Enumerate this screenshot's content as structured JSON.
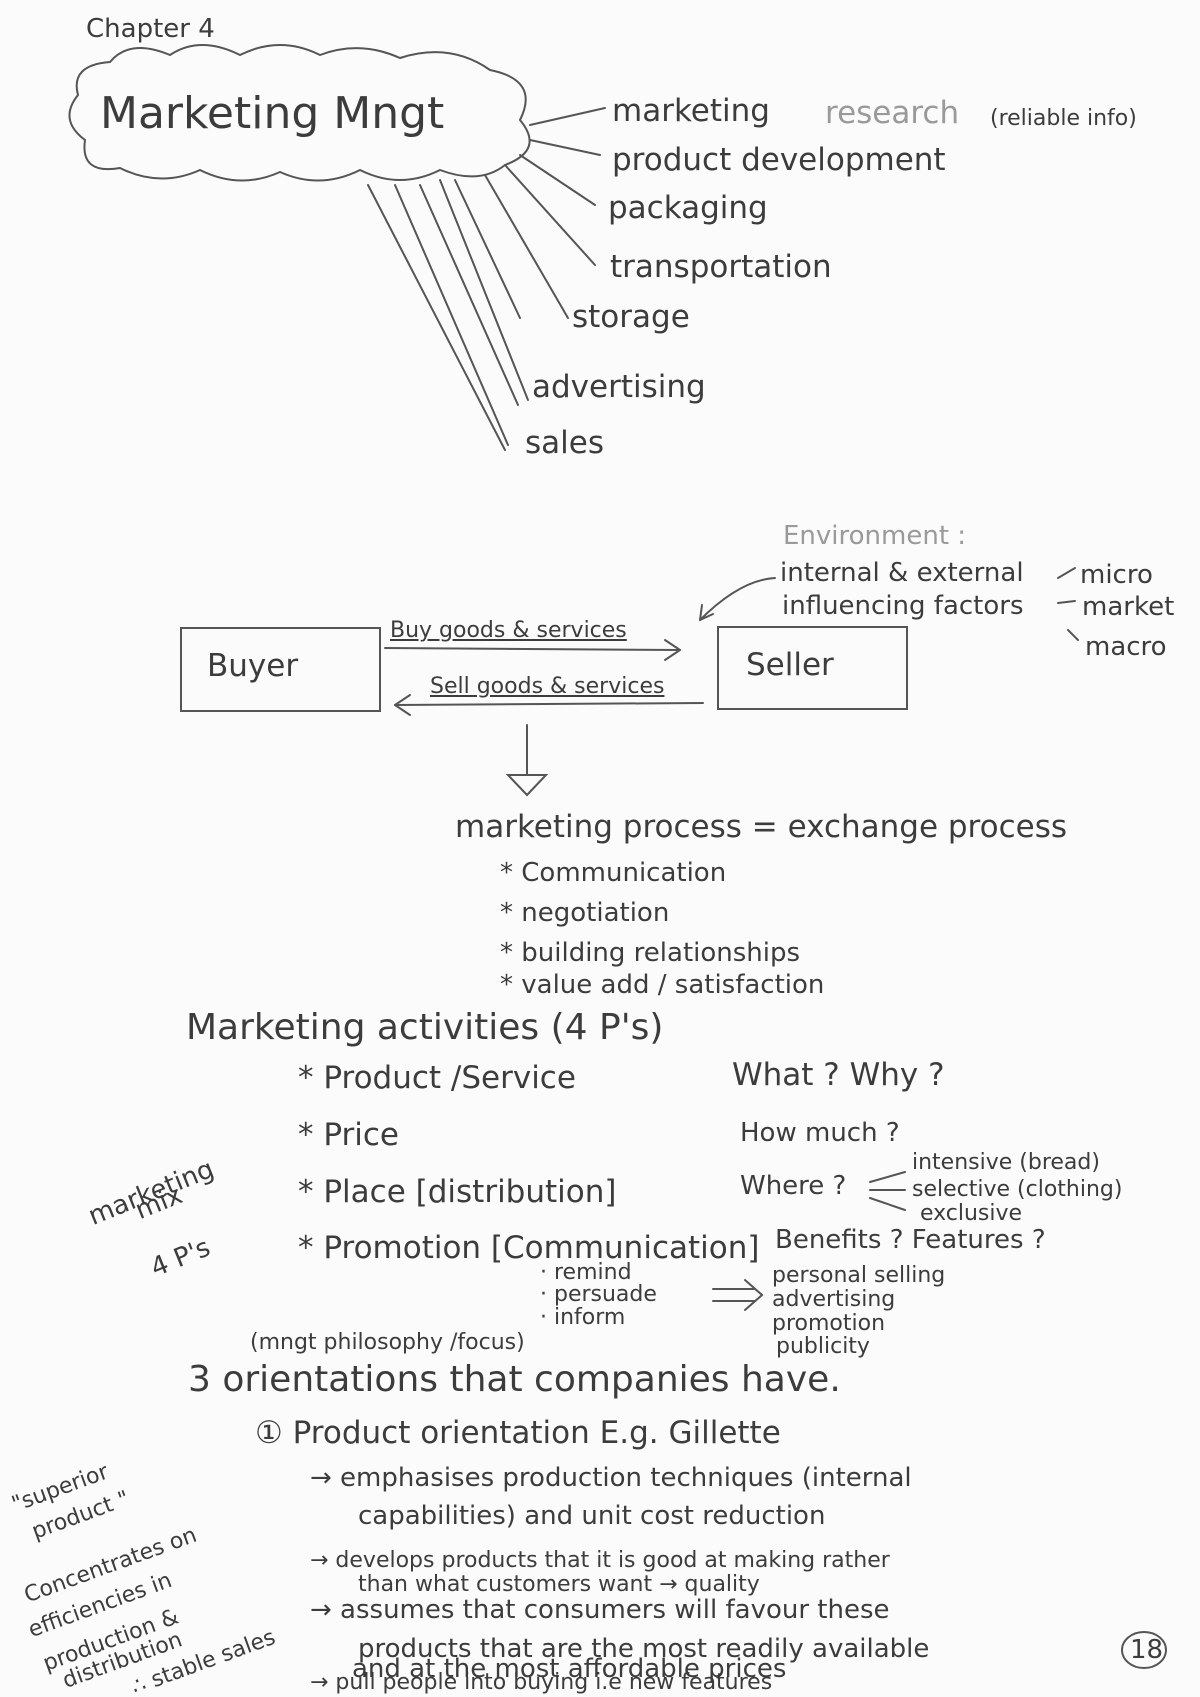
{
  "chapter": "Chapter 4",
  "mindmap": {
    "center": "Marketing    Mngt",
    "branches": {
      "research_a": "marketing",
      "research_b": "research",
      "research_c": "(reliable info)",
      "product": "product development",
      "packaging": "packaging",
      "transport": "transportation",
      "storage": "storage",
      "advertising": "advertising",
      "sales": "sales"
    }
  },
  "exchange": {
    "env_title": "Environment :",
    "env_line1": "internal & external",
    "env_line2": "influencing factors",
    "env_micro": "micro",
    "env_market": "market",
    "env_macro": "macro",
    "buyer": "Buyer",
    "seller": "Seller",
    "buy_arrow": "Buy goods & services",
    "sell_arrow": "Sell goods & services",
    "process": "marketing process = exchange process",
    "bullets": [
      "* Communication",
      "* negotiation",
      "* building relationships",
      "* value add / satisfaction"
    ]
  },
  "activities": {
    "title": "Marketing activities (4 P's)",
    "side": [
      "marketing",
      "mix",
      "4 P's"
    ],
    "product": "* Product /Service",
    "price": "* Price",
    "place": "* Place [distribution]",
    "promotion": "* Promotion [Communication]",
    "q_product": "What ?   Why ?",
    "q_price": "How much ?",
    "q_place": "Where ?",
    "place_opts": [
      "intensive (bread)",
      "selective (clothing)",
      "exclusive"
    ],
    "q_promo": "Benefits ?  Features ?",
    "promo_goals": [
      "· remind",
      "· persuade",
      "· inform"
    ],
    "promo_tools": [
      "personal selling",
      "advertising",
      "promotion",
      "publicity"
    ]
  },
  "orientations": {
    "note": "(mngt philosophy /focus)",
    "title": "3  orientations  that  companies  have.",
    "item1": "① Product orientation   E.g. Gillette",
    "side": [
      "\"superior",
      "product \"",
      "Concentrates on",
      "efficiencies in",
      "production &",
      "distribution",
      "∴ stable sales"
    ],
    "lines": [
      "→ emphasises production techniques (internal",
      "capabilities) and unit cost reduction",
      "→ develops products that it is good at making rather",
      "than what customers want  → quality",
      "→ assumes that consumers will favour these",
      "products that are the most readily available",
      "and at the most affordable prices",
      "→ pull people into buying i.e new features"
    ]
  },
  "page_number": "18"
}
